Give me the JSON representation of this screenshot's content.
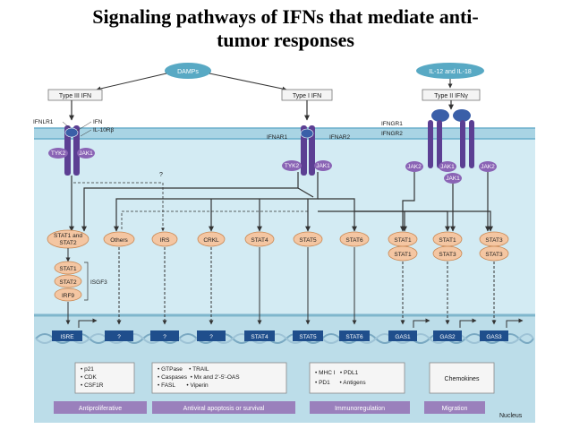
{
  "title": [
    "Signaling pathways of IFNs that mediate anti-",
    "tumor responses"
  ],
  "inducers": {
    "damps": "DAMPs",
    "il": "IL-12 and IL-18"
  },
  "ifn_types": {
    "type3": "Type III IFN",
    "type1": "Type I IFN",
    "type2": "Type II IFNγ"
  },
  "receptors": {
    "ifnlr1": "IFNLR1",
    "ifn": "IFN",
    "il10rb": "IL-10Rβ",
    "ifnar1": "IFNAR1",
    "ifnar2": "IFNAR2",
    "ifngr1": "IFNGR1",
    "ifngr2": "IFNGR2"
  },
  "kinases": {
    "tyk2_a": "TYK2",
    "jak1_a": "JAK1",
    "tyk2_b": "TYK2",
    "jak1_b": "JAK1",
    "jak2_c": "JAK2",
    "jak1_c": "JAK1",
    "jak2_d": "JAK2",
    "jak1_e": "JAK1"
  },
  "question": "?",
  "mediators": [
    {
      "line1": "STAT1 and",
      "line2": "STAT2"
    },
    {
      "line1": "Others",
      "line2": ""
    },
    {
      "line1": "IRS",
      "line2": ""
    },
    {
      "line1": "CRKL",
      "line2": ""
    },
    {
      "line1": "STAT4",
      "line2": ""
    },
    {
      "line1": "STAT5",
      "line2": ""
    },
    {
      "line1": "STAT6",
      "line2": ""
    },
    {
      "line1": "STAT1",
      "line2": "STAT1"
    },
    {
      "line1": "STAT1",
      "line2": "STAT3"
    },
    {
      "line1": "STAT3",
      "line2": "STAT3"
    }
  ],
  "isgf3": {
    "components": [
      "STAT1",
      "STAT2",
      "IRF9"
    ],
    "label": "ISGF3"
  },
  "promoters": [
    "ISRE",
    "?",
    "?",
    "?",
    "STAT4",
    "STAT5",
    "STAT6",
    "GAS1",
    "GAS2",
    "GAS3"
  ],
  "gene_boxes": [
    {
      "lines": [
        "• p21",
        "• CDK",
        "• CSF1R"
      ]
    },
    {
      "lines": [
        "• GTPase    • TRAIL",
        "• Caspases  • Mx and 2'-5'-OAS",
        "• FASL       • Viperin"
      ]
    },
    {
      "lines": [
        "• MHC I   • PDL1",
        "• PD1      • Antigens"
      ]
    },
    {
      "lines": [
        "Chemokines"
      ]
    }
  ],
  "outcomes": [
    "Antiproliferative",
    "Antiviral apoptosis or survival",
    "Immunoregulation",
    "Migration"
  ],
  "nucleus": "Nucleus",
  "colors": {
    "cell": "#d3ebf3",
    "nucleus": "#bcdde9",
    "membrane": "#8fc7dc",
    "receptor": "#5c3f93",
    "mediator": "#f4c6a2",
    "promoter": "#1f4e8c",
    "outcome": "#9a80bc",
    "inducer": "#58a9c4"
  }
}
